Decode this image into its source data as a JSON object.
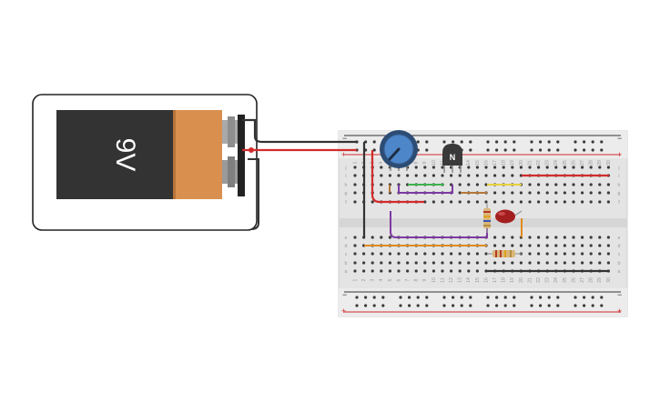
{
  "battery": {
    "voltage_label": "9V",
    "body_color": "#333333",
    "cap_color": "#d9904f"
  },
  "transistor": {
    "label": "N"
  },
  "breadboard": {
    "columns": [
      "1",
      "2",
      "3",
      "4",
      "5",
      "6",
      "7",
      "8",
      "9",
      "10",
      "11",
      "12",
      "13",
      "14",
      "15",
      "16",
      "17",
      "18",
      "19",
      "20",
      "21",
      "22",
      "23",
      "24",
      "25",
      "26",
      "27",
      "28",
      "29",
      "30"
    ],
    "rows_top": [
      "j",
      "i",
      "h",
      "g",
      "f"
    ],
    "rows_bottom": [
      "e",
      "d",
      "c",
      "b",
      "a"
    ],
    "rail_plus": "+",
    "rail_minus": "−"
  },
  "colors": {
    "wire_red": "#d22b2b",
    "wire_black": "#333333",
    "wire_green": "#3fb34f",
    "wire_purple": "#7d3aa3",
    "wire_orange": "#e08a1e",
    "wire_yellow": "#e8d23b",
    "wire_brown": "#b5773a",
    "led_red": "#a31f1f",
    "knob_blue": "#4d86c9"
  }
}
